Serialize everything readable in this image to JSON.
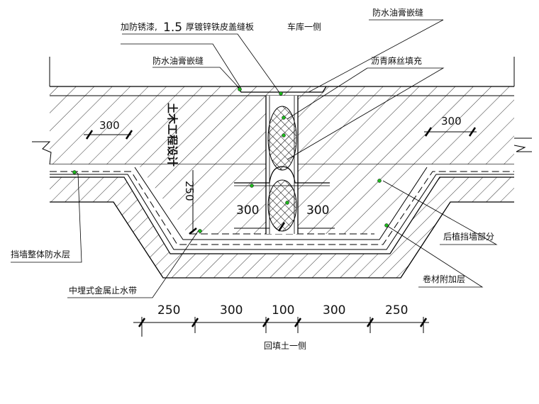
{
  "labels": {
    "anti_rust": "加防锈漆,",
    "thickness": "1.5",
    "cover_plate": "厚镀锌铁皮盖缝板",
    "garage_side": "车库一侧",
    "sealant_top_right": "防水油膏嵌缝",
    "sealant_left": "防水油膏嵌缝",
    "asphalt_fill": "沥青麻丝填充",
    "retaining_wall_waterproof": "挡墙整体防水层",
    "rear_wall": "后植挡墙部分",
    "embedded_waterstop": "中埋式金属止水带",
    "membrane_layer": "卷材附加层",
    "backfill_side": "回填土一侧",
    "watermark": "土木工程设计"
  },
  "dimensions": {
    "bottom": [
      "250",
      "300",
      "100",
      "300",
      "250"
    ],
    "slab_left": "300",
    "slab_right": "300",
    "inner_left": "300",
    "inner_right": "300",
    "vertical": "250"
  },
  "colors": {
    "line": "#000000",
    "marker": "#1db81d",
    "background": "#ffffff"
  }
}
